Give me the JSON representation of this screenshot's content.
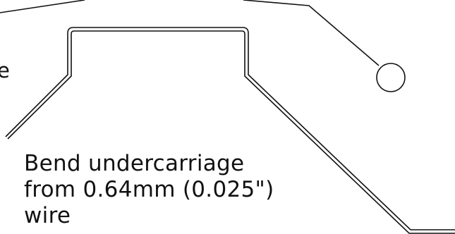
{
  "diagram": {
    "edge_fragment_text": "e",
    "annotation": {
      "lines": [
        "Bend undercarriage",
        "from 0.64mm (0.025\")",
        "wire"
      ]
    },
    "colors": {
      "stroke": "#111111",
      "background": "#ffffff"
    }
  }
}
